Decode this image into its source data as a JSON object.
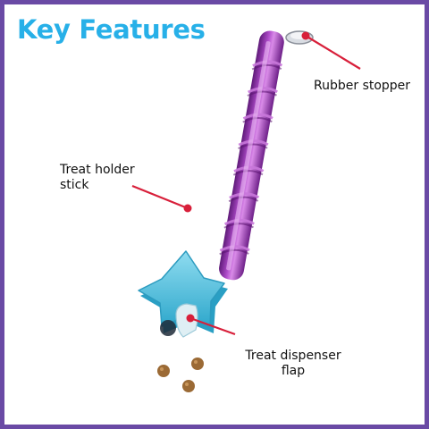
{
  "title": "Key Features",
  "colors": {
    "border": "#6a4aa5",
    "title": "#27b0e8",
    "stick": "#8e2fa8",
    "stick_highlight": "#c873d9",
    "star": "#56c6e3",
    "pointer": "#d81f3a",
    "treat": "#9b6a35"
  },
  "callouts": {
    "rubber_stopper": {
      "lines": [
        "Rubber stopper"
      ]
    },
    "treat_holder_stick": {
      "lines": [
        "Treat holder",
        "stick"
      ]
    },
    "treat_dispenser_flap": {
      "lines": [
        "Treat dispenser",
        "flap"
      ]
    }
  }
}
